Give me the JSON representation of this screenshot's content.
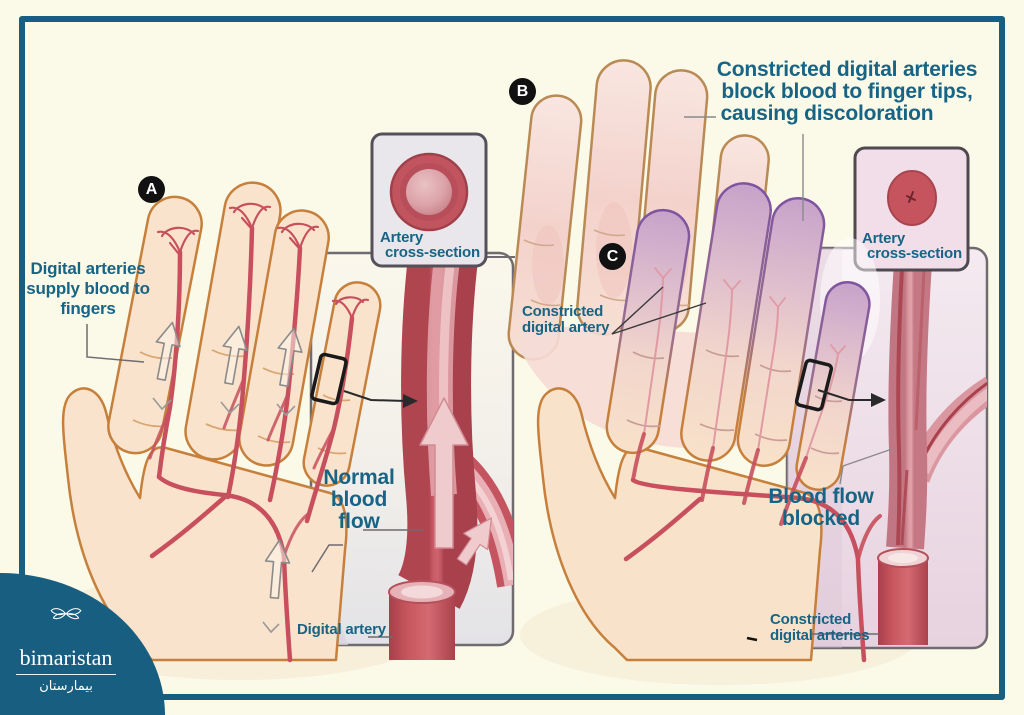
{
  "colors": {
    "frame": "#175E80",
    "background": "#FBF9E7",
    "label_text": "#176485",
    "artery_red": "#C8505E",
    "skin": "#FAE3CC",
    "constricted_purple": "#7E53A0"
  },
  "icons": {
    "logo": "double-leaf-icon"
  },
  "badges": {
    "a": "A",
    "b": "B",
    "c": "C"
  },
  "title": {
    "lines": [
      "Constricted digital arteries",
      "block blood to finger tips,",
      "causing discoloration"
    ]
  },
  "left": {
    "annotation_lines": [
      "Digital arteries",
      "supply blood to",
      "fingers"
    ],
    "inset_label_lines": [
      "Artery",
      "cross-section"
    ],
    "flow_lines": [
      "Normal",
      "blood",
      "flow"
    ],
    "vessel_label": "Digital artery"
  },
  "right": {
    "constricted_label_lines": [
      "Constricted",
      "digital artery"
    ],
    "inset_label_lines": [
      "Artery",
      "cross-section"
    ],
    "flow_lines": [
      "Blood flow",
      "blocked"
    ],
    "vessel_label_lines": [
      "Constricted",
      "digital arteries"
    ]
  },
  "logo": {
    "name": "bimaristan",
    "arabic": "بيمارستان"
  }
}
